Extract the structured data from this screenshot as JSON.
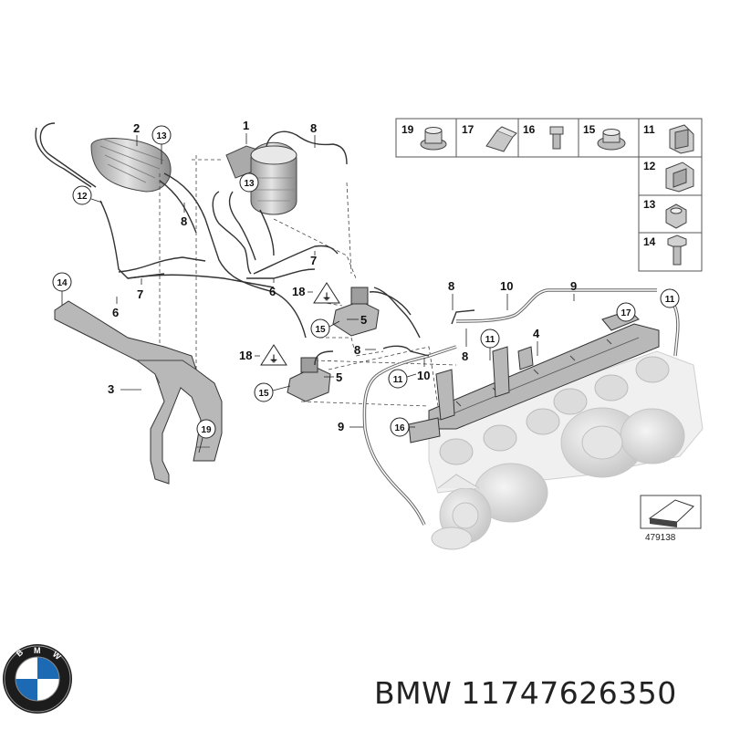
{
  "legend": {
    "items": [
      {
        "num": "19",
        "icon": "nut-flanged-icon"
      },
      {
        "num": "17",
        "icon": "hose-clip-icon"
      },
      {
        "num": "16",
        "icon": "bolt-small-icon"
      },
      {
        "num": "15",
        "icon": "collar-nut-icon"
      },
      {
        "num": "11",
        "icon": "clip-nut-icon"
      },
      {
        "num": "12",
        "icon": "spring-clip-icon"
      },
      {
        "num": "13",
        "icon": "hex-nut-icon"
      },
      {
        "num": "14",
        "icon": "hex-bolt-icon"
      }
    ]
  },
  "callouts": {
    "c13_top": "13",
    "c12": "12",
    "c14": "14",
    "c13_mid": "13",
    "c15_a": "15",
    "c15_b": "15",
    "c11_a": "11",
    "c11_b": "11",
    "c11_c": "11",
    "c17": "17",
    "c16": "16",
    "c19": "19"
  },
  "labels": {
    "l2": "2",
    "l1": "1",
    "l8_a": "8",
    "l8_b": "8",
    "l7_a": "7",
    "l6_a": "6",
    "l7_b": "7",
    "l6_b": "6",
    "l18_a": "18",
    "l5_a": "5",
    "l18_b": "18",
    "l5_b": "5",
    "l3": "3",
    "l8_c": "8",
    "l10_a": "10",
    "l9_a": "9",
    "l4": "4",
    "l8_d": "8",
    "l8_e": "8",
    "l10_b": "10",
    "l9_b": "9"
  },
  "reference_number": "479138",
  "footer": {
    "brand": "BMW",
    "part_number": "11747626350",
    "logo": "bmw-roundel-logo"
  }
}
